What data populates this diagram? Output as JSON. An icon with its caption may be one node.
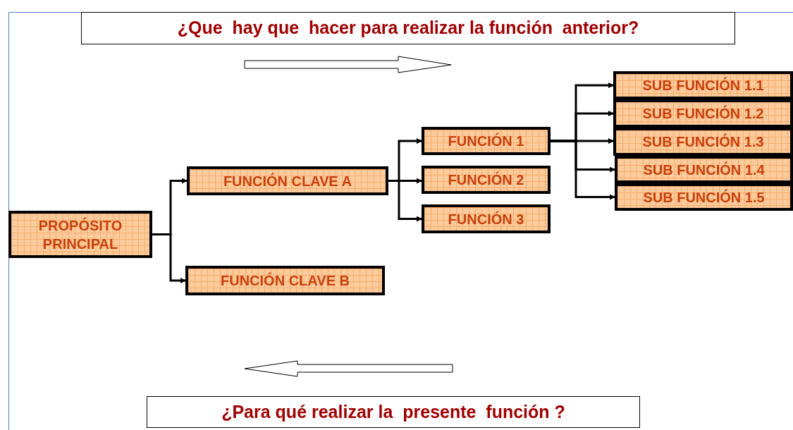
{
  "diagram": {
    "nodes": [
      {
        "text": [
          "¿Que  hay que  hacer para realizar la función  anterior?"
        ]
      },
      {
        "text": [
          "PROPÓSITO PRINCIPAL"
        ]
      },
      {
        "text": [
          "FUNCIÓN CLAVE A"
        ]
      },
      {
        "text": [
          "FUNCIÓN CLAVE B"
        ]
      },
      {
        "text": [
          "FUNCIÓN 1"
        ]
      },
      {
        "text": [
          "FUNCIÓN 2"
        ]
      },
      {
        "text": [
          "FUNCIÓN 3"
        ]
      },
      {
        "text": [
          "SUB FUNCIÓN 1.1"
        ]
      },
      {
        "text": [
          "SUB FUNCIÓN 1.2"
        ]
      },
      {
        "text": [
          "SUB FUNCIÓN 1.3"
        ]
      },
      {
        "text": [
          "SUB FUNCIÓN 1.4"
        ]
      },
      {
        "text": [
          "SUB FUNCIÓN 1.5"
        ]
      },
      {
        "text": [
          "¿Para qué realizar la  presente  función ?"
        ]
      }
    ],
    "edges": [
      {
        "from": 1,
        "to": 2,
        "arrow": "to"
      },
      {
        "from": 1,
        "to": 3,
        "arrow": "to"
      },
      {
        "from": 2,
        "to": 4,
        "arrow": "to"
      },
      {
        "from": 2,
        "to": 5,
        "arrow": "to"
      },
      {
        "from": 2,
        "to": 6,
        "arrow": "to"
      },
      {
        "from": 4,
        "to": 7,
        "arrow": "to"
      },
      {
        "from": 4,
        "to": 8,
        "arrow": "to"
      },
      {
        "from": 4,
        "to": 9,
        "arrow": "to"
      },
      {
        "from": 4,
        "to": 10,
        "arrow": "to"
      },
      {
        "from": 4,
        "to": 11,
        "arrow": "to"
      }
    ]
  }
}
